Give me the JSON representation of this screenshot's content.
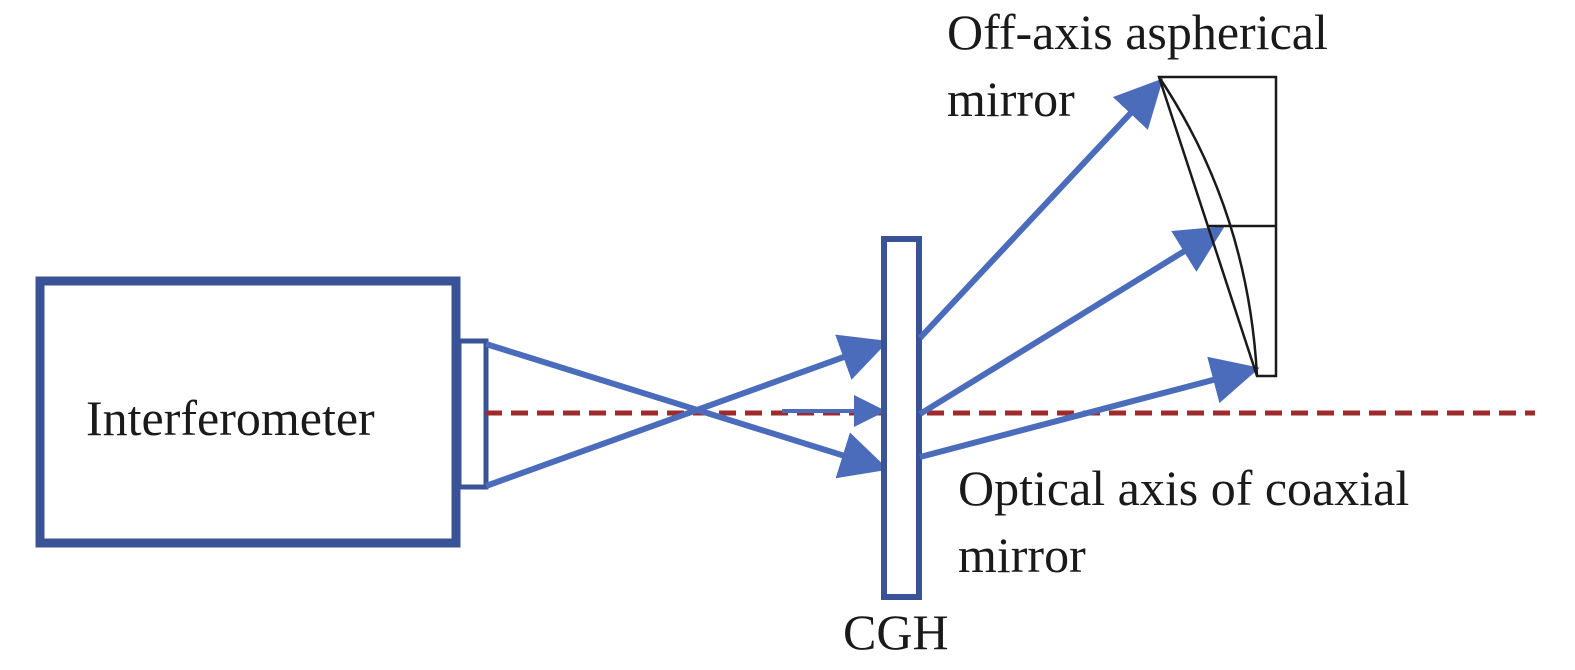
{
  "labels": {
    "interferometer": "Interferometer",
    "mirror_line1": "Off-axis aspherical",
    "mirror_line2": "mirror",
    "axis_line1": "Optical axis of coaxial",
    "axis_line2": "mirror",
    "cgh": "CGH"
  },
  "colors": {
    "interferometer_frame": "#3a5296",
    "beam": "#4a6cbb",
    "optical_axis": "#9e2a2b",
    "mirror_outline": "#1a1a1a",
    "text": "#1a1a1a"
  }
}
